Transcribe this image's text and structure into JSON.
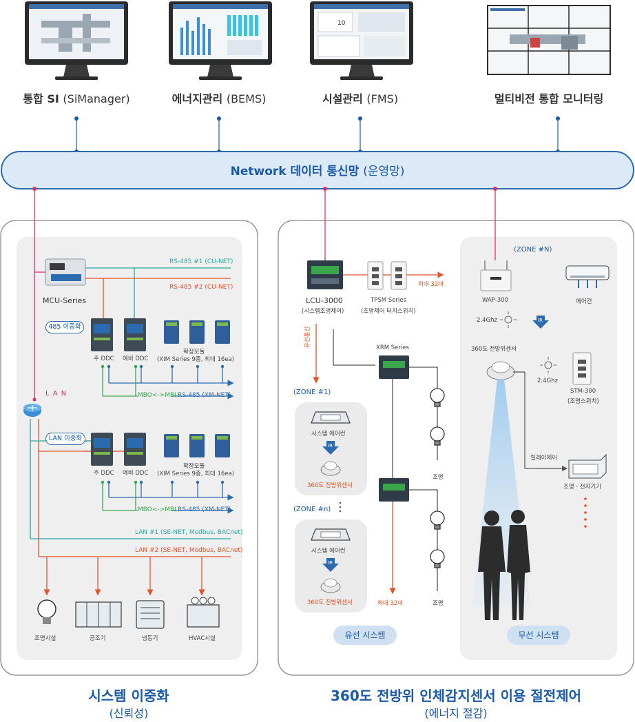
{
  "monitors": [
    {
      "main": "통합 SI",
      "sub": "(SiManager)"
    },
    {
      "main": "에너지관리",
      "sub": "(BEMS)"
    },
    {
      "main": "시설관리",
      "sub": "(FMS)"
    },
    {
      "main": "멀티비전 통합 모니터링",
      "sub": ""
    }
  ],
  "network": {
    "main": "Network 데이터 통신망",
    "sub": "(운영망)"
  },
  "left_panel": {
    "mcu_label": "MCU-Series",
    "rs485_1": "RS-485 #1 (CU-NET)",
    "rs485_2": "RS-485 #2 (CU-NET)",
    "redundancy_485": "485 이중화",
    "redundancy_lan": "LAN 이중화",
    "main_ddc": "주 DDC",
    "spare_ddc": "예비 DDC",
    "ext_module": "확장모듈",
    "ext_module_sub": "(XIM Series 9종, 최대 16ea)",
    "mbo_mbi": "MBO<->MBI",
    "rs485_xm": "RS-485 (XM-NET)",
    "lan_text": "L A N",
    "lan1": "LAN #1 (SE-NET, Modbus, BACnet)",
    "lan2": "LAN #2 (SE-NET, Modbus, BACnet)",
    "equipment": [
      "조명시설",
      "공조기",
      "냉동기",
      "HVAC시설"
    ]
  },
  "wired": {
    "lcu_label": "LCU-3000",
    "lcu_sub": "(시스템조명제어)",
    "tpsm_label": "TPSM Series",
    "tpsm_sub": "(조명제어 터치스위치)",
    "max32_top": "최대 32대",
    "wired_comm": "유선통신",
    "xrm_label": "XRM Series",
    "zone1": "(ZONE #1)",
    "zone_n": "(ZONE #n)",
    "aircon": "시스템 에어컨",
    "ir": "IR",
    "sensor": "360도 전방위센서",
    "lighting": "조명",
    "max32_bottom": "최대 32대",
    "button": "유선 시스템"
  },
  "wireless": {
    "zone": "(ZONE #N)",
    "wap_label": "WAP-300",
    "aircon_label": "에어컨",
    "freq1": "2.4Ghz",
    "ir": "IR",
    "sensor_label": "360도 전방위센서",
    "freq2": "2.4Ghz",
    "stm_label": "STM-300",
    "stm_sub": "(조명스위치)",
    "relay": "릴레이제어",
    "appliance": "조명 · 전자기기",
    "button": "무선 시스템"
  },
  "captions": {
    "left_main": "시스템 이중화",
    "left_sub": "(신뢰성)",
    "right_main": "360도 전방위 인체감지센서 이용 절전제어",
    "right_sub": "(에너지 절감)"
  },
  "colors": {
    "accent_blue": "#1a5aa8",
    "bus_teal": "#2aa7a0",
    "bus_orange": "#e0552a",
    "bus_green": "#3aa64a",
    "bus_blue": "#2a6bb0",
    "network_fill": "#dceaf7",
    "network_stroke": "#2a6bb0",
    "node_pink": "#d6336c"
  }
}
